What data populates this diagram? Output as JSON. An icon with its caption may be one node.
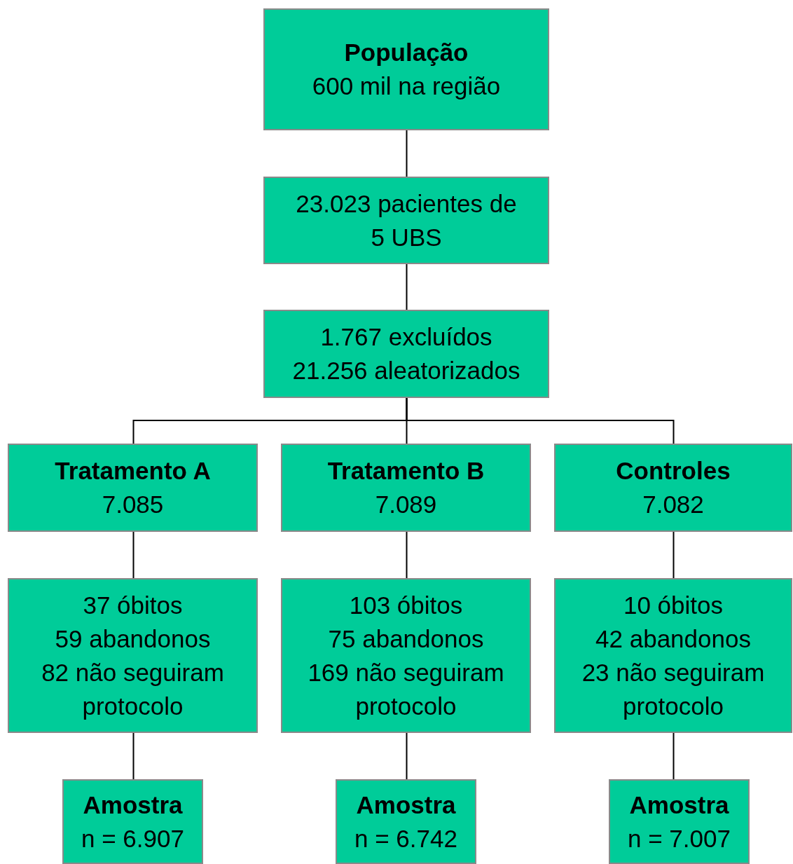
{
  "diagram": {
    "nodes": [
      {
        "text": [
          "População",
          "600 mil na região"
        ]
      },
      {
        "text": [
          "23.023 pacientes de 5 UBS"
        ]
      },
      {
        "text": [
          "1.767 excluídos",
          "21.256 aleatorizados"
        ]
      },
      {
        "text": [
          "Tratamento A",
          "7.085"
        ]
      },
      {
        "text": [
          "Tratamento B",
          "7.089"
        ]
      },
      {
        "text": [
          "Controles",
          "7.082"
        ]
      },
      {
        "text": [
          "37 óbitos",
          "59 abandonos",
          "82 não seguiram protocolo"
        ]
      },
      {
        "text": [
          "103 óbitos",
          "75 abandonos",
          "169 não seguiram protocolo"
        ]
      },
      {
        "text": [
          "10 óbitos",
          "42 abandonos",
          "23 não seguiram protocolo"
        ]
      },
      {
        "text": [
          "Amostra",
          "n = 6.907"
        ]
      },
      {
        "text": [
          "Amostra",
          "n = 6.742"
        ]
      },
      {
        "text": [
          "Amostra",
          "n = 7.007"
        ]
      }
    ],
    "edges": [
      {
        "from": 0,
        "to": 1,
        "arrow": "none"
      },
      {
        "from": 1,
        "to": 2,
        "arrow": "none"
      },
      {
        "from": 2,
        "to": 3,
        "arrow": "none"
      },
      {
        "from": 2,
        "to": 4,
        "arrow": "none"
      },
      {
        "from": 2,
        "to": 5,
        "arrow": "none"
      },
      {
        "from": 3,
        "to": 6,
        "arrow": "none"
      },
      {
        "from": 4,
        "to": 7,
        "arrow": "none"
      },
      {
        "from": 5,
        "to": 8,
        "arrow": "none"
      },
      {
        "from": 6,
        "to": 9,
        "arrow": "none"
      },
      {
        "from": 7,
        "to": 10,
        "arrow": "none"
      },
      {
        "from": 8,
        "to": 11,
        "arrow": "none"
      }
    ]
  }
}
